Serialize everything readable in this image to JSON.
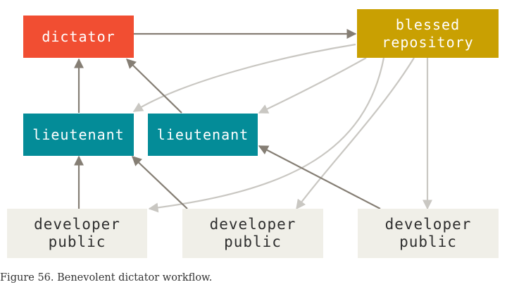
{
  "nodes": {
    "dictator": "dictator",
    "blessed_line1": "blessed",
    "blessed_line2": "repository",
    "lieutenant_left": "lieutenant",
    "lieutenant_right": "lieutenant",
    "developer_left": {
      "line1": "developer",
      "line2": "public"
    },
    "developer_middle": {
      "line1": "developer",
      "line2": "public"
    },
    "developer_right": {
      "line1": "developer",
      "line2": "public"
    }
  },
  "caption": "Figure 56. Benevolent dictator workflow.",
  "colors": {
    "dictator": "#f14e32",
    "blessed": "#c9a002",
    "lieutenant": "#048c98",
    "developer": "#f0efe8",
    "push_arrow": "#857e74",
    "pull_arrow": "#c9c7c2"
  }
}
